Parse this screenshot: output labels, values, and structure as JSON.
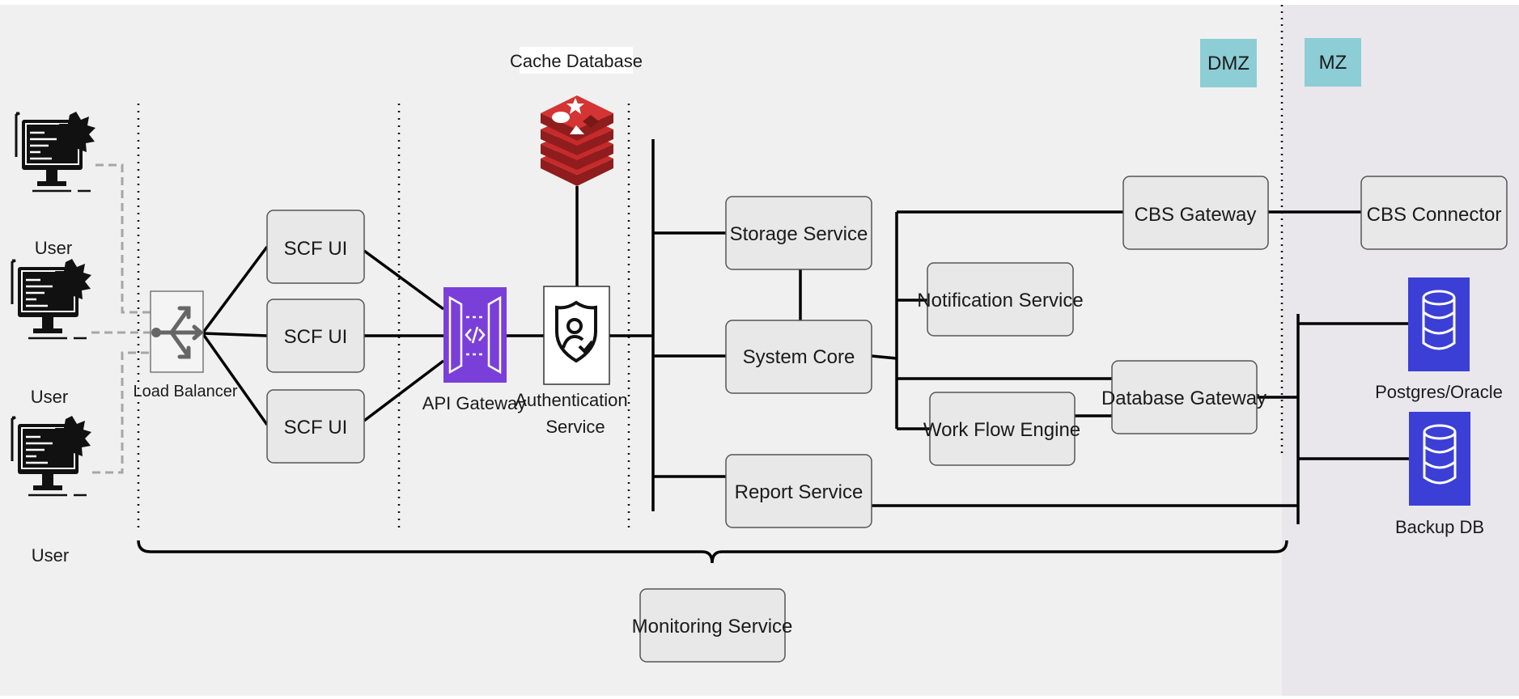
{
  "colors": {
    "dmz_background": "#f1f0f0",
    "mz_background": "#e9e7ec",
    "zone_badge": "#8dcdd5",
    "service_box": "#e8e8e8",
    "service_border": "#555555",
    "redis": "#c72a2a",
    "api_gateway": "#7b3fd9",
    "db_icon": "#3b3fd6",
    "user_link": "#a6a6a6",
    "line": "#000000"
  },
  "zones": {
    "dmz": "DMZ",
    "mz": "MZ"
  },
  "users": [
    {
      "label": "User",
      "icon": "computer-with-bug-icon"
    },
    {
      "label": "User",
      "icon": "computer-with-bug-icon"
    },
    {
      "label": "User",
      "icon": "computer-with-bug-icon"
    }
  ],
  "nodes": {
    "load_balancer": "Load Balancer",
    "scf_ui": [
      "SCF UI",
      "SCF UI",
      "SCF UI"
    ],
    "api_gateway": "API Gateway",
    "auth_service": "Authentication Service",
    "cache_database": "Cache Database",
    "storage_service": "Storage Service",
    "system_core": "System Core",
    "report_service": "Report Service",
    "notification_service": "Notification Service",
    "work_flow_engine": "Work Flow Engine",
    "cbs_gateway": "CBS Gateway",
    "database_gateway": "Database Gateway",
    "cbs_connector": "CBS Connector",
    "postgres_oracle": "Postgres/Oracle",
    "backup_db": "Backup DB",
    "monitoring_service": "Monitoring Service"
  },
  "icons": {
    "load_balancer": "load-balancer-icon",
    "api_gateway": "api-gateway-icon",
    "auth_service": "shield-user-icon",
    "cache_database": "redis-icon",
    "database": "database-icon"
  }
}
